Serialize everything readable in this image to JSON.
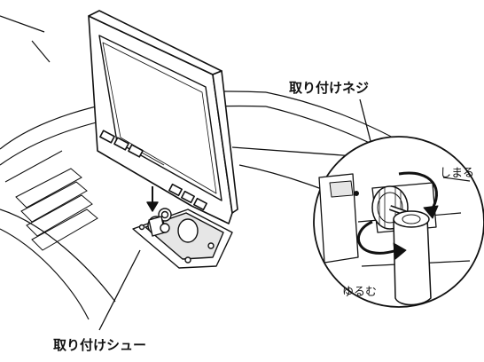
{
  "labels": {
    "screw": "取り付けネジ",
    "tighten": "しまる",
    "loosen": "ゆるむ",
    "shoe": "取り付けシュー"
  },
  "colors": {
    "ink": "#111111",
    "shade": "#d9d9d9",
    "paper": "#ffffff"
  }
}
